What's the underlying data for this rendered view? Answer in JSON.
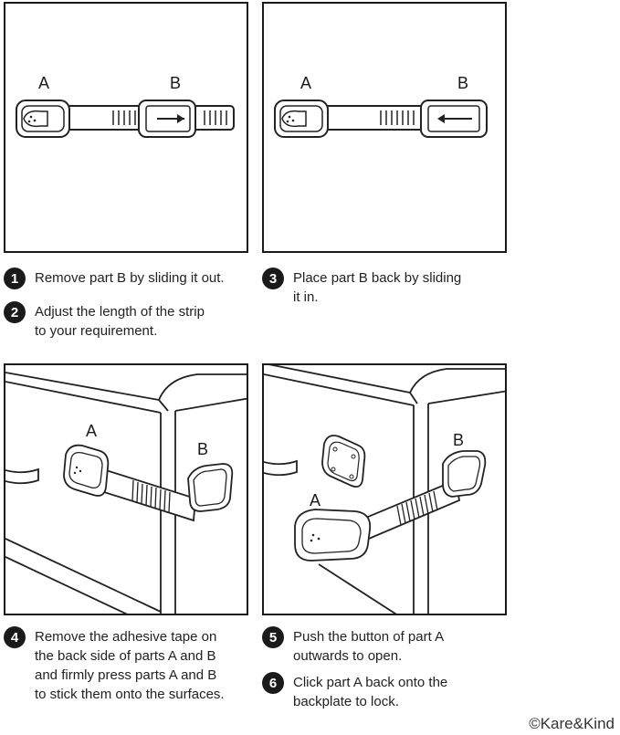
{
  "panels": {
    "p1": {
      "label_a": "A",
      "label_b": "B"
    },
    "p2": {
      "label_a": "A",
      "label_b": "B"
    },
    "p3": {
      "label_a": "A",
      "label_b": "B"
    },
    "p4": {
      "label_a": "A",
      "label_b": "B"
    }
  },
  "steps": [
    {
      "number": "1",
      "text": "Remove part B by sliding it out."
    },
    {
      "number": "2",
      "text": "Adjust the length of the strip\nto your requirement."
    },
    {
      "number": "3",
      "text": "Place part B back by sliding\nit in."
    },
    {
      "number": "4",
      "text": "Remove the adhesive tape on\nthe back side of parts A and B\nand firmly press parts A and B\nto stick them onto the surfaces."
    },
    {
      "number": "5",
      "text": "Push the button of part A\noutwards to open."
    },
    {
      "number": "6",
      "text": "Click part A back onto the\nbackplate to lock."
    }
  ],
  "copyright": "©Kare&Kind"
}
